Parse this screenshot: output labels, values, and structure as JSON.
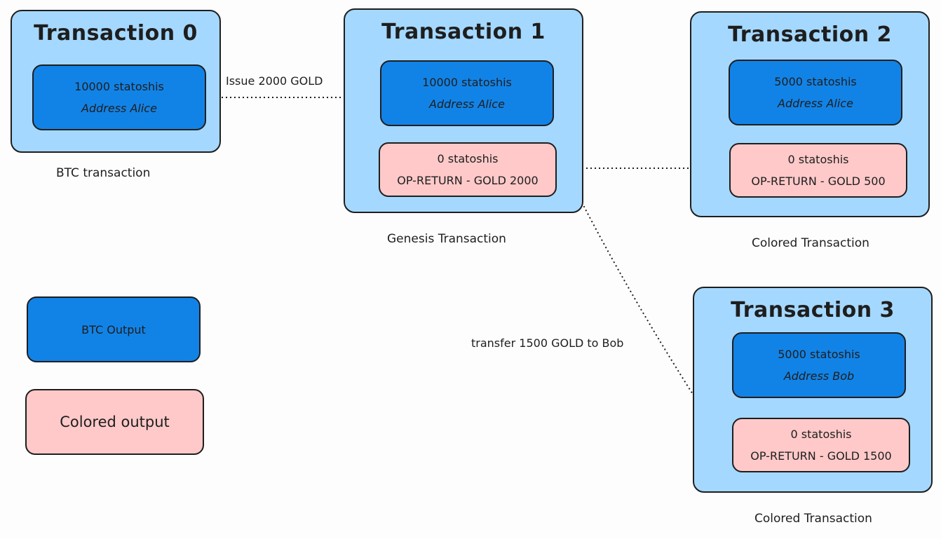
{
  "colors": {
    "tx_fill": "#a5d8ff",
    "btc_output_fill": "#1283e6",
    "colored_output_fill": "#ffc9c9",
    "stroke": "#1e1e1e",
    "background": "#fdfdfd"
  },
  "transactions": [
    {
      "title": "Transaction 0",
      "caption": "BTC transaction",
      "btc_output": {
        "amount": "10000 statoshis",
        "address": "Address Alice"
      }
    },
    {
      "title": "Transaction 1",
      "caption": "Genesis Transaction",
      "btc_output": {
        "amount": "10000 statoshis",
        "address": "Address Alice"
      },
      "colored_output": {
        "amount": "0 statoshis",
        "op_return": "OP-RETURN - GOLD 2000"
      }
    },
    {
      "title": "Transaction 2",
      "caption": "Colored Transaction",
      "btc_output": {
        "amount": "5000 statoshis",
        "address": "Address Alice"
      },
      "colored_output": {
        "amount": "0 statoshis",
        "op_return": "OP-RETURN - GOLD 500"
      }
    },
    {
      "title": "Transaction 3",
      "caption": "Colored Transaction",
      "btc_output": {
        "amount": "5000 statoshis",
        "address": "Address Bob"
      },
      "colored_output": {
        "amount": "0 statoshis",
        "op_return": "OP-RETURN - GOLD 1500"
      }
    }
  ],
  "arrows": {
    "issue_label": "Issue 2000 GOLD",
    "transfer_label": "transfer 1500 GOLD to Bob"
  },
  "legend": {
    "btc_output": "BTC Output",
    "colored_output": "Colored output"
  }
}
